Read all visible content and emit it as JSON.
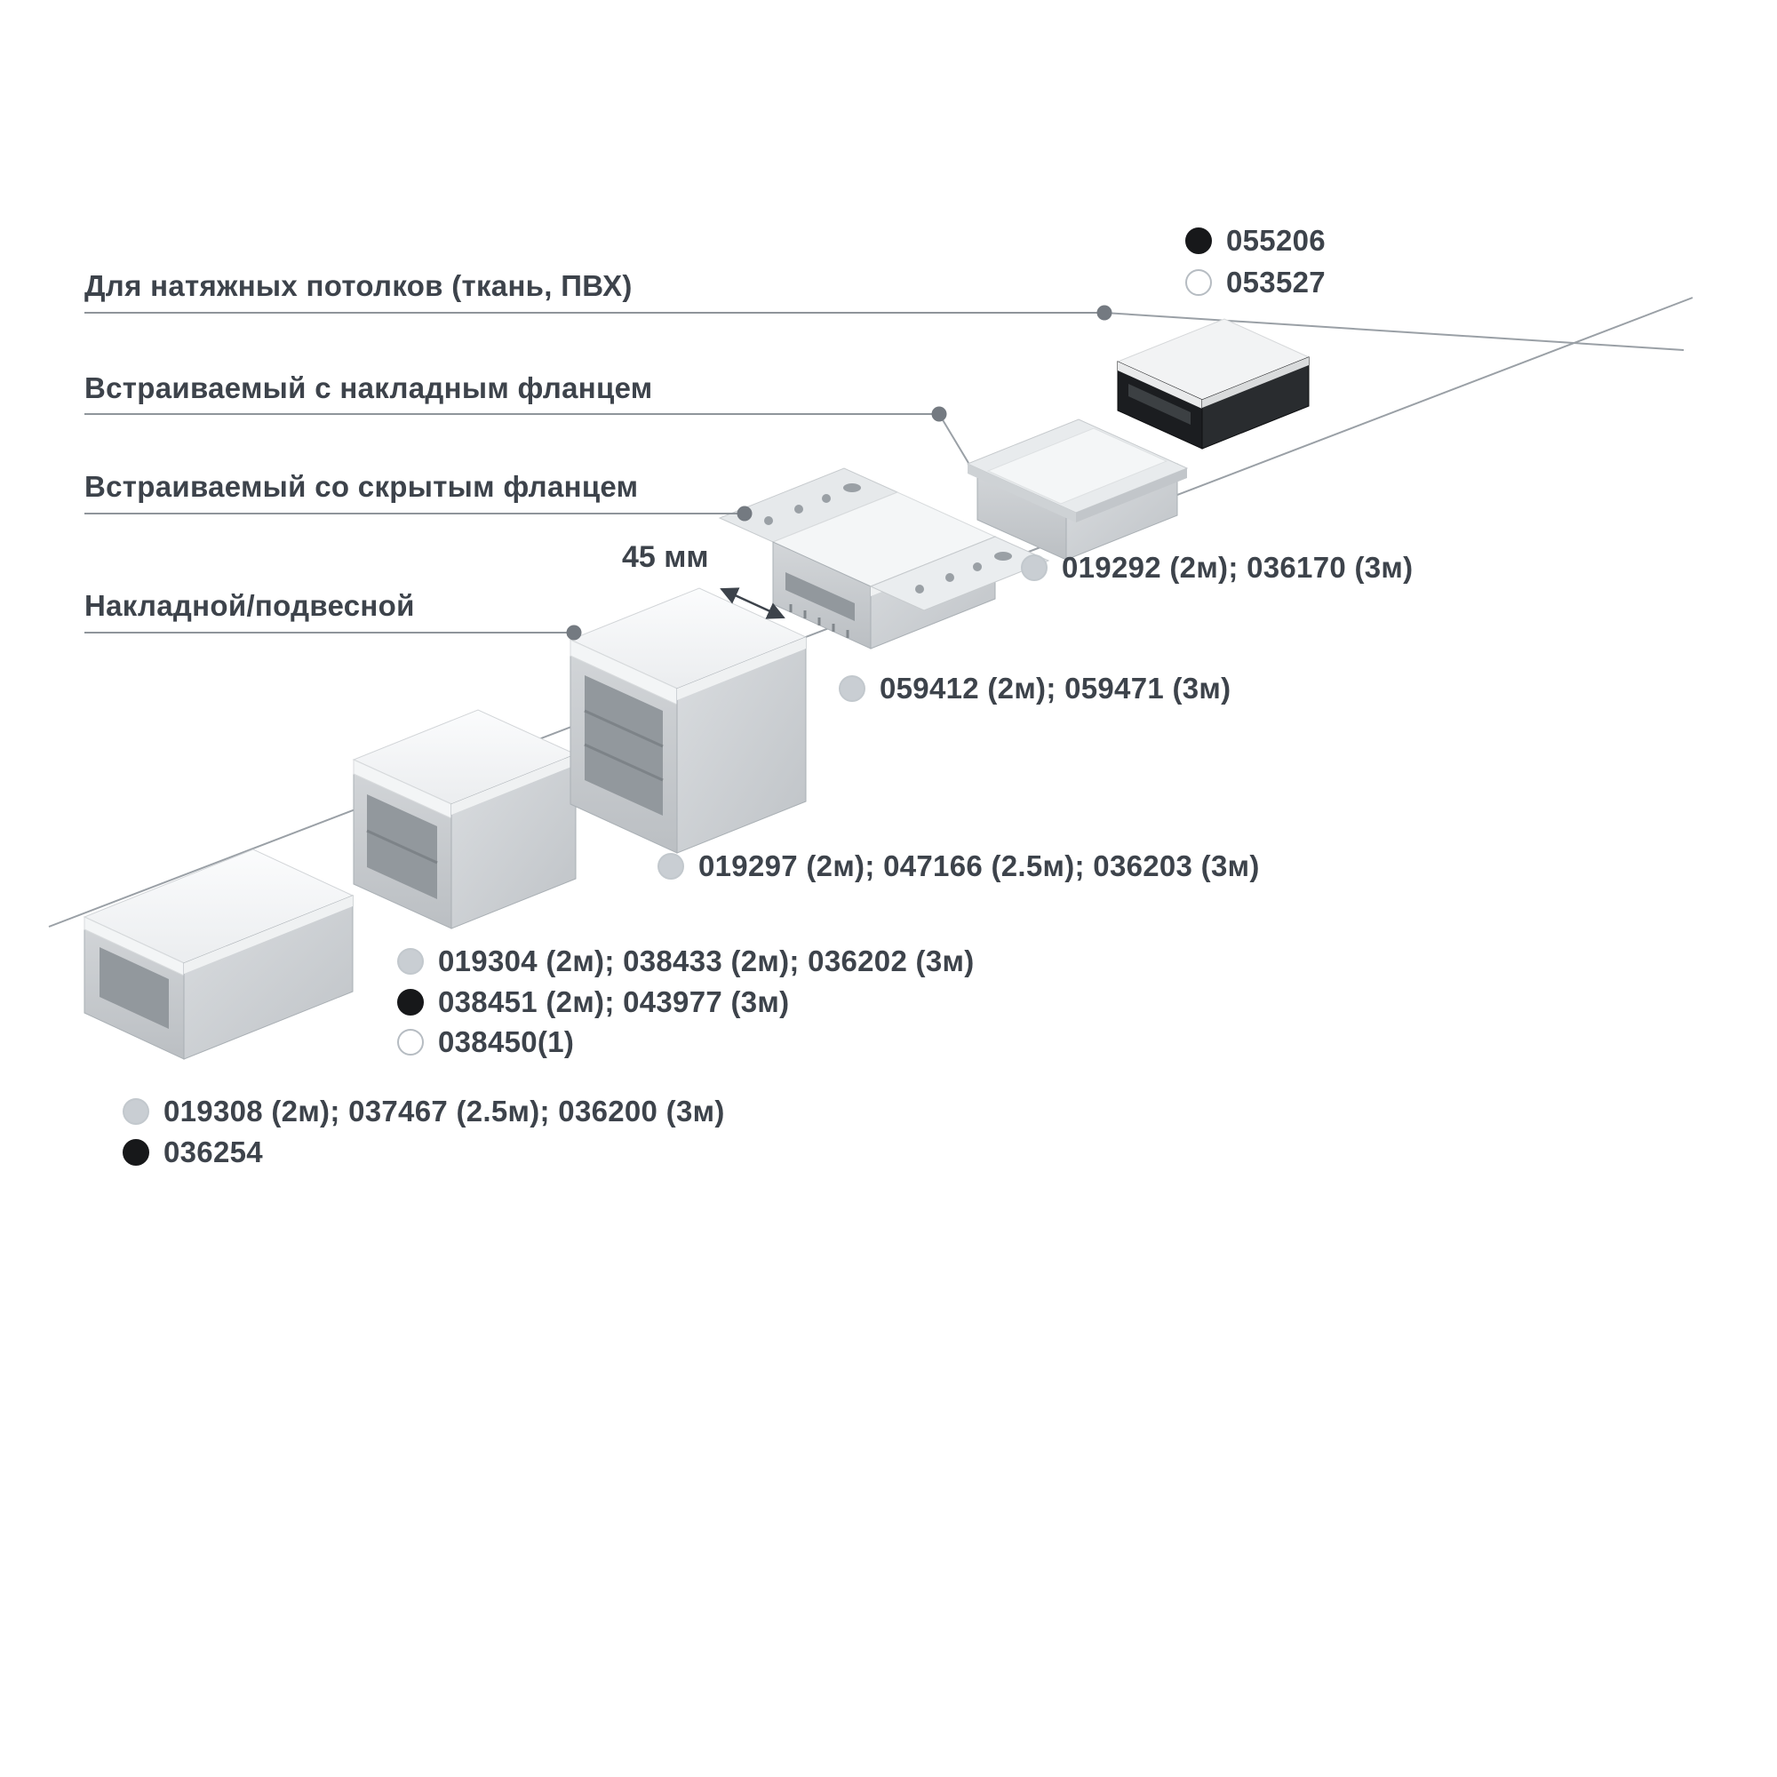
{
  "page": {
    "background": "#ffffff"
  },
  "categories": [
    {
      "id": "stretch-ceiling",
      "label": "Для натяжных потолков (ткань, ПВХ)"
    },
    {
      "id": "recessed-surface-flange",
      "label": "Встраиваемый с накладным фланцем"
    },
    {
      "id": "recessed-hidden-flange",
      "label": "Встраиваемый со скрытым фланцем"
    },
    {
      "id": "surface-suspended",
      "label": "Накладной/подвесной"
    }
  ],
  "dimension": {
    "label": "45 мм"
  },
  "products": [
    {
      "text": "055206",
      "dot": "black",
      "dot_color": "#17181a",
      "dot_border": "#17181a"
    },
    {
      "text": "053527",
      "dot": "white",
      "dot_color": "#ffffff",
      "dot_border": "#b6bcc2"
    },
    {
      "text": "019292 (2м); 036170 (3м)",
      "dot": "gray",
      "dot_color": "#c9ced3",
      "dot_border": "#c2c8cd"
    },
    {
      "text": "059412 (2м); 059471 (3м)",
      "dot": "gray",
      "dot_color": "#c9ced3",
      "dot_border": "#c2c8cd"
    },
    {
      "text": "019297 (2м); 047166 (2.5м); 036203 (3м)",
      "dot": "gray",
      "dot_color": "#c9ced3",
      "dot_border": "#c2c8cd"
    },
    {
      "text": "019304 (2м); 038433 (2м); 036202 (3м)",
      "dot": "gray",
      "dot_color": "#c9ced3",
      "dot_border": "#c2c8cd"
    },
    {
      "text": "038451 (2м); 043977 (3м)",
      "dot": "black",
      "dot_color": "#17181a",
      "dot_border": "#17181a"
    },
    {
      "text": "038450(1)",
      "dot": "white",
      "dot_color": "#ffffff",
      "dot_border": "#b6bcc2"
    },
    {
      "text": "019308 (2м); 037467 (2.5м); 036200 (3м)",
      "dot": "gray",
      "dot_color": "#c9ced3",
      "dot_border": "#c2c8cd"
    },
    {
      "text": "036254",
      "dot": "black",
      "dot_color": "#17181a",
      "dot_border": "#17181a"
    }
  ],
  "colors": {
    "text": "#3d434b",
    "leader_line": "#8f959b",
    "leader_dot": "#747a81",
    "axis_line": "#9aa0a6"
  }
}
